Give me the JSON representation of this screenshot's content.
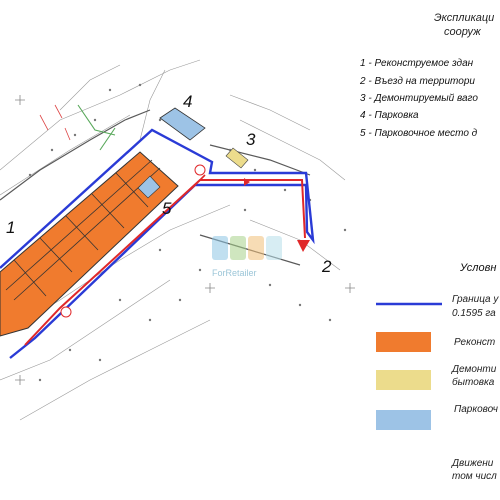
{
  "explication": {
    "title_line1": "Экспликаци",
    "title_line2": "сооруж",
    "items": [
      "1 -  Реконструемое здан",
      "2 - Въезд на территори",
      "3 - Демонтируемый ваго",
      "4 - Парковка",
      "5 - Парковочное место д"
    ]
  },
  "conditions": {
    "title": "Условн",
    "boundary_line1": "Граница у",
    "boundary_line2": "0.1595 га",
    "reconstruct": "Реконст",
    "demolish_line1": "Демонти",
    "demolish_line2": "бытовка",
    "parking": "Парковоч",
    "movement_line1": "Движени",
    "movement_line2": "том числ"
  },
  "map_labels": {
    "n1": "1",
    "n2": "2",
    "n3": "3",
    "n4": "4",
    "n5": "5"
  },
  "watermark": "ForRetailer",
  "colors": {
    "building": "#f07b2e",
    "demolish": "#ecdc8c",
    "parking": "#9dc3e6",
    "boundary": "#2a3bd6",
    "traffic": "#e0282a"
  }
}
